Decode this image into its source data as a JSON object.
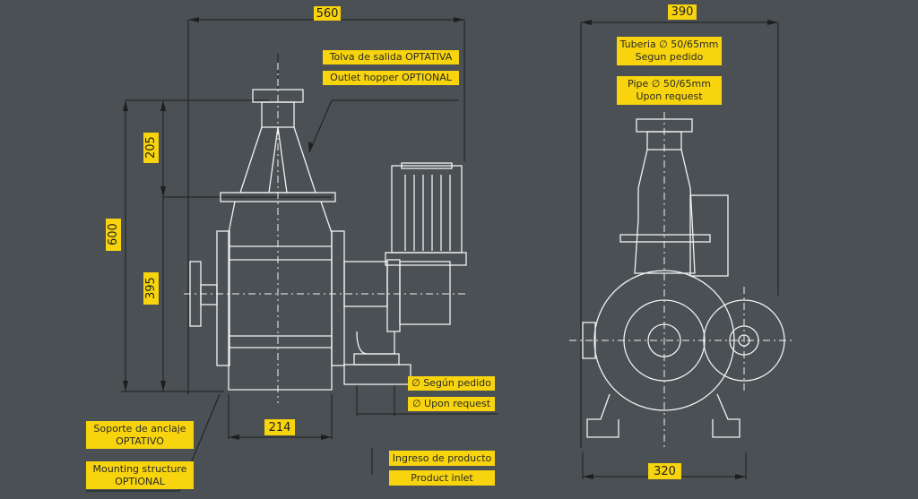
{
  "dimensions": {
    "width_front": "560",
    "height_hopper": "205",
    "height_total": "600",
    "height_body": "395",
    "base_width": "214",
    "width_side": "390",
    "base_side": "320"
  },
  "labels": {
    "outlet_es": "Tolva de salida OPTATIVA",
    "outlet_en": "Outlet hopper OPTIONAL",
    "diameter_es": "∅ Según pedido",
    "diameter_en": "∅ Upon request",
    "mount_es": [
      "Soporte de anclaje",
      "OPTATIVO"
    ],
    "mount_en": [
      "Mounting structure",
      "OPTIONAL"
    ],
    "inlet_es": "Ingreso de producto",
    "inlet_en": "Product inlet",
    "pipe_es": [
      "Tuberia ∅ 50/65mm",
      "Segun pedido"
    ],
    "pipe_en": [
      "Pipe ∅ 50/65mm",
      "Upon request"
    ]
  },
  "colors": {
    "background": "#4a5053",
    "label": "#f7d40d",
    "line": "#ffffff",
    "dimension": "#1e1e1e"
  }
}
